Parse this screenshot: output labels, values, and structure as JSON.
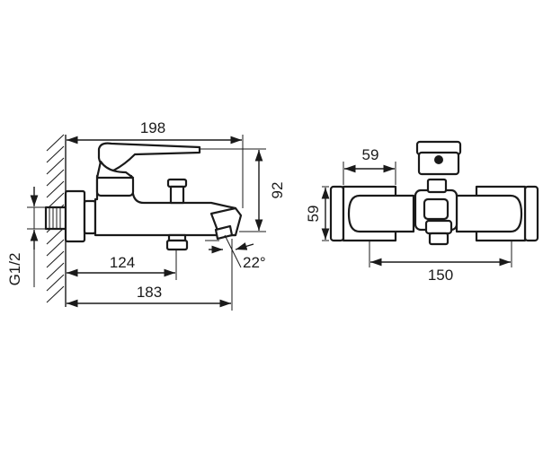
{
  "side_view": {
    "dim_total_height_label": "198",
    "dim_spout_height_label": "92",
    "dim_outlet_distance_label": "124",
    "dim_total_depth_label": "183",
    "thread_label": "G1/2",
    "angle_label": "22°"
  },
  "front_view": {
    "dim_body_width_label": "59",
    "dim_body_height_label": "59",
    "dim_centers_label": "150"
  },
  "colors": {
    "line": "#1a1a1a",
    "background": "#ffffff"
  }
}
